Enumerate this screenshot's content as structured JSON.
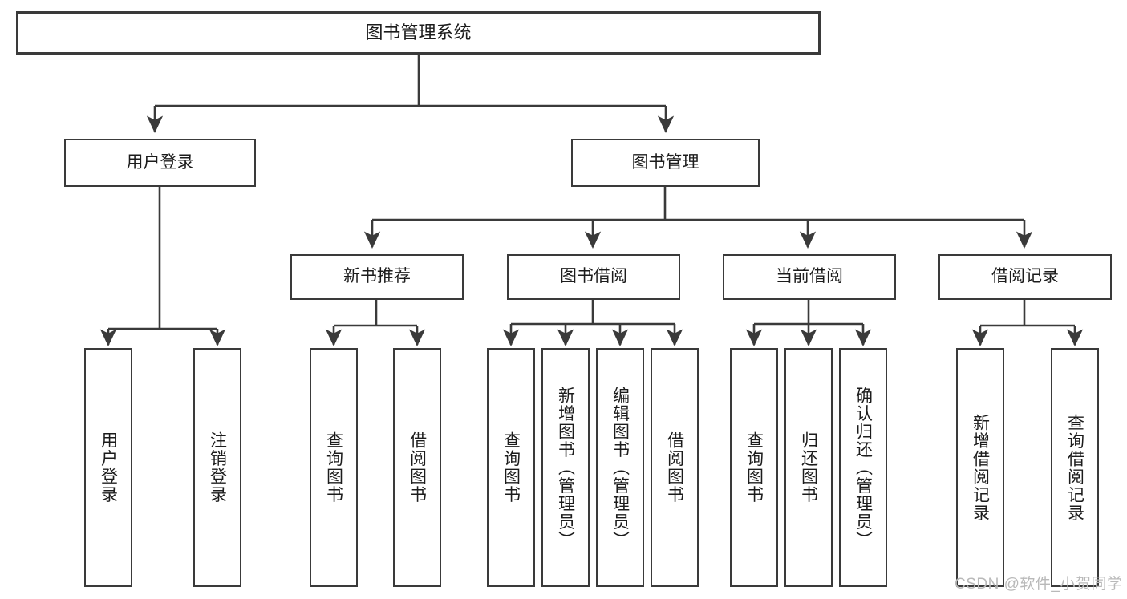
{
  "diagram": {
    "title": "图书管理系统",
    "type": "tree-hierarchy",
    "orientation": "top-down",
    "colors": {
      "box_border": "#3a3a3a",
      "box_fill": "#ffffff",
      "edge": "#3a3a3a",
      "text": "#1c1c1c",
      "watermark": "#b9b9b9"
    }
  },
  "nodes": {
    "root": {
      "label": "图书管理系统"
    },
    "level1": [
      {
        "label": "用户登录"
      },
      {
        "label": "图书管理"
      }
    ],
    "level2": [
      {
        "label": "新书推荐"
      },
      {
        "label": "图书借阅"
      },
      {
        "label": "当前借阅"
      },
      {
        "label": "借阅记录"
      }
    ],
    "leaves": {
      "user_login": [
        {
          "label": "用户登录"
        },
        {
          "label": "注销登录"
        }
      ],
      "new_book_recommend": [
        {
          "label": "查询图书"
        },
        {
          "label": "借阅图书"
        }
      ],
      "book_borrow": [
        {
          "label": "查询图书"
        },
        {
          "label": "新增图书（管理员）"
        },
        {
          "label": "编辑图书（管理员）"
        },
        {
          "label": "借阅图书"
        }
      ],
      "current_borrow": [
        {
          "label": "查询图书"
        },
        {
          "label": "归还图书"
        },
        {
          "label": "确认归还（管理员）"
        }
      ],
      "borrow_record": [
        {
          "label": "新增借阅记录"
        },
        {
          "label": "查询借阅记录"
        }
      ]
    }
  },
  "watermark": {
    "text": "CSDN @软件_小贺同学"
  }
}
